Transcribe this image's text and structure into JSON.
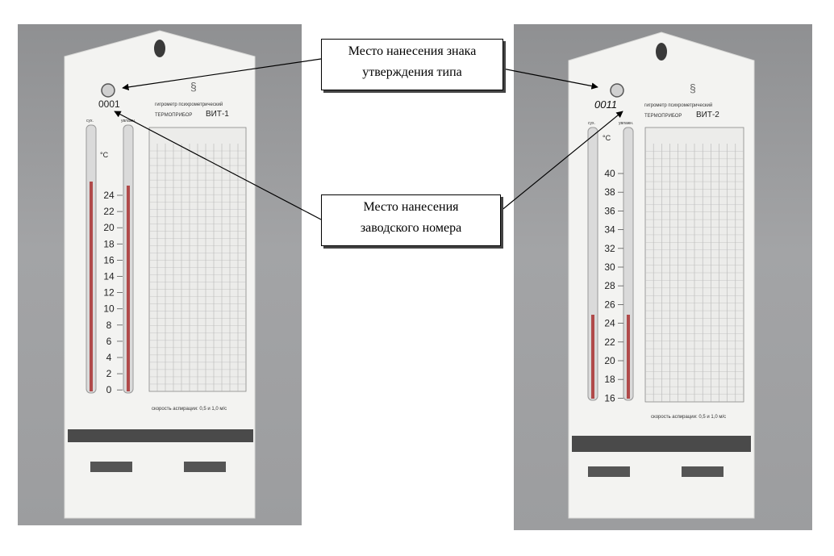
{
  "callouts": {
    "type_approval": {
      "line1": "Место нанесения знака",
      "line2": "утверждения типа"
    },
    "serial_number": {
      "line1": "Место нанесения",
      "line2": "заводского номера"
    }
  },
  "instruments": [
    {
      "serial": "0001",
      "caption": "гигрометр психрометрический",
      "brand": "ТЕРМОПРИБОР",
      "model": "ВИТ-1",
      "dry_label": "сух.",
      "wet_label": "увлажн.",
      "unit": "°C",
      "scale": [
        "24",
        "22",
        "20",
        "18",
        "16",
        "14",
        "12",
        "10",
        "8",
        "6",
        "4",
        "2",
        "0"
      ],
      "speed_text": "скорость аспирации: 0,5 и 1,0 м/с"
    },
    {
      "serial": "0011",
      "caption": "гигрометр психрометрический",
      "brand": "ТЕРМОПРИБОР",
      "model": "ВИТ-2",
      "dry_label": "сух.",
      "wet_label": "увлажн.",
      "unit": "°C",
      "scale": [
        "40",
        "38",
        "36",
        "34",
        "32",
        "30",
        "28",
        "26",
        "24",
        "22",
        "20",
        "18",
        "16"
      ],
      "speed_text": "скорость аспирации: 0,5 и 1,0 м/с"
    }
  ]
}
